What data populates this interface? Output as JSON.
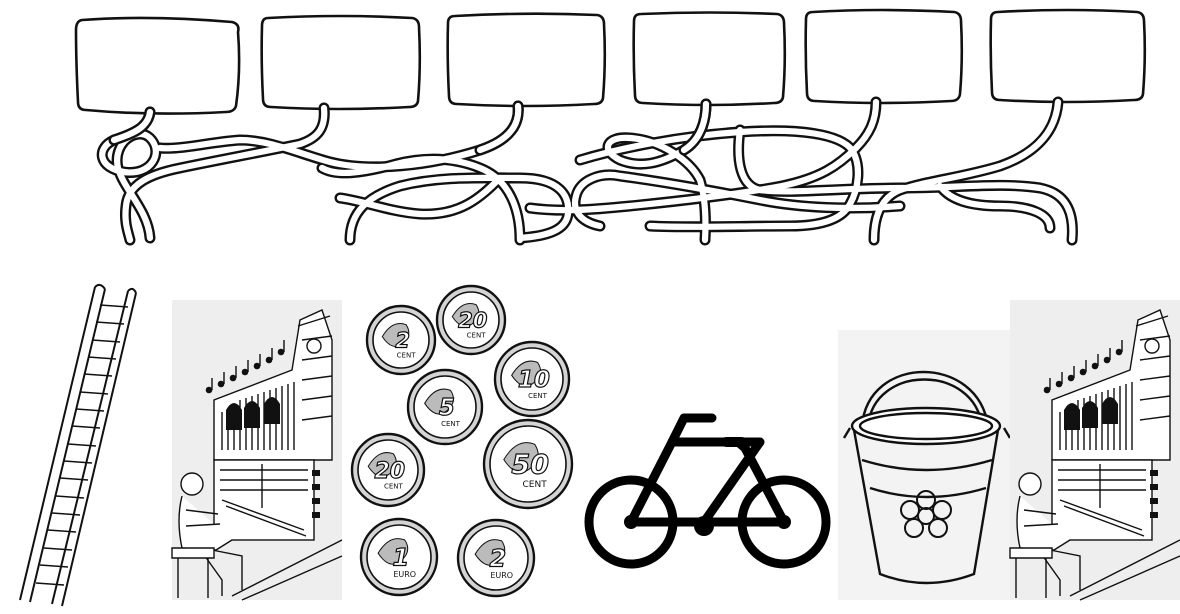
{
  "puzzle": {
    "boxes": [
      "",
      "",
      "",
      "",
      "",
      ""
    ],
    "pictures": [
      {
        "name": "ladder-picture"
      },
      {
        "name": "organ-player-picture"
      },
      {
        "name": "euro-coins-picture"
      },
      {
        "name": "bicycle-picture"
      },
      {
        "name": "bucket-picture"
      },
      {
        "name": "organ-player-picture"
      }
    ]
  },
  "coins": {
    "denominations": [
      "2",
      "20",
      "10",
      "5",
      "20",
      "50",
      "1",
      "2"
    ],
    "units": [
      "CENT",
      "CENT",
      "CENT",
      "CENT",
      "CENT",
      "CENT",
      "EURO",
      "EURO"
    ]
  },
  "colors": {
    "ink": "#111111",
    "paper": "#ffffff",
    "coin_fill": "#d4d4d4",
    "organ_bg": "#eeeeee"
  }
}
